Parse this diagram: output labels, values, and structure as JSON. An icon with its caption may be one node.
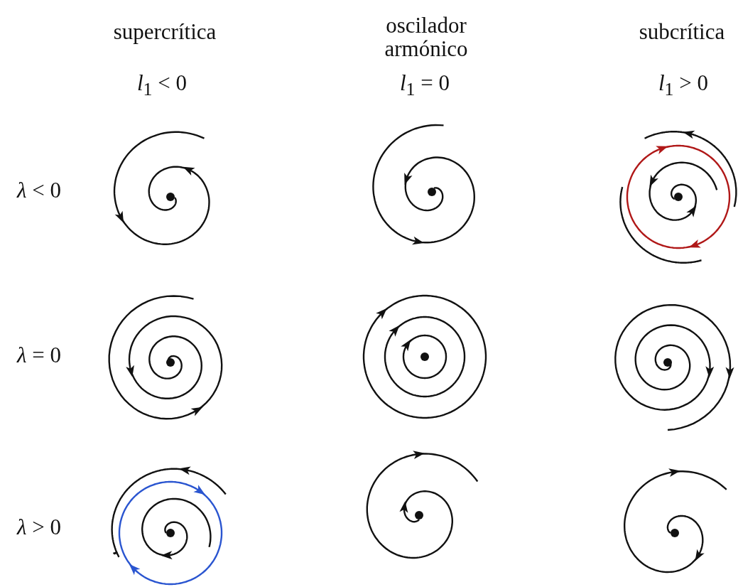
{
  "diagram": {
    "labels": [
      "supercrítica",
      "oscilador armónico",
      "subcrítica",
      "*l*$_{1}$ < 0",
      "*l*$_{1}$ = 0",
      "*l*$_{1}$ > 0",
      "*λ* < 0",
      "*λ* = 0",
      "*λ* > 0"
    ]
  }
}
